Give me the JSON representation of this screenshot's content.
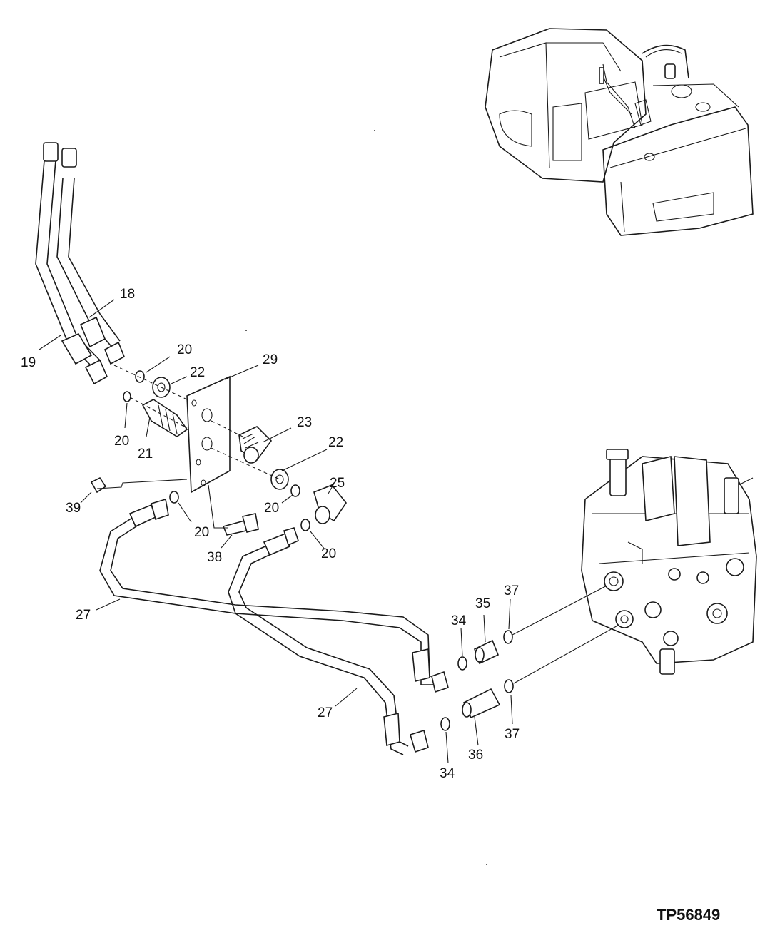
{
  "diagram": {
    "reference_code": "TP56849",
    "callouts": [
      {
        "id": "c18",
        "text": "18"
      },
      {
        "id": "c19",
        "text": "19"
      },
      {
        "id": "c20a",
        "text": "20"
      },
      {
        "id": "c22a",
        "text": "22"
      },
      {
        "id": "c29",
        "text": "29"
      },
      {
        "id": "c20b",
        "text": "20"
      },
      {
        "id": "c21",
        "text": "21"
      },
      {
        "id": "c23",
        "text": "23"
      },
      {
        "id": "c22b",
        "text": "22"
      },
      {
        "id": "c25",
        "text": "25"
      },
      {
        "id": "c39",
        "text": "39"
      },
      {
        "id": "c20c",
        "text": "20"
      },
      {
        "id": "c20d",
        "text": "20"
      },
      {
        "id": "c20e",
        "text": "20"
      },
      {
        "id": "c38",
        "text": "38"
      },
      {
        "id": "c27a",
        "text": "27"
      },
      {
        "id": "c27b",
        "text": "27"
      },
      {
        "id": "c34a",
        "text": "34"
      },
      {
        "id": "c35",
        "text": "35"
      },
      {
        "id": "c37a",
        "text": "37"
      },
      {
        "id": "c34b",
        "text": "34"
      },
      {
        "id": "c36",
        "text": "36"
      },
      {
        "id": "c37b",
        "text": "37"
      }
    ]
  }
}
